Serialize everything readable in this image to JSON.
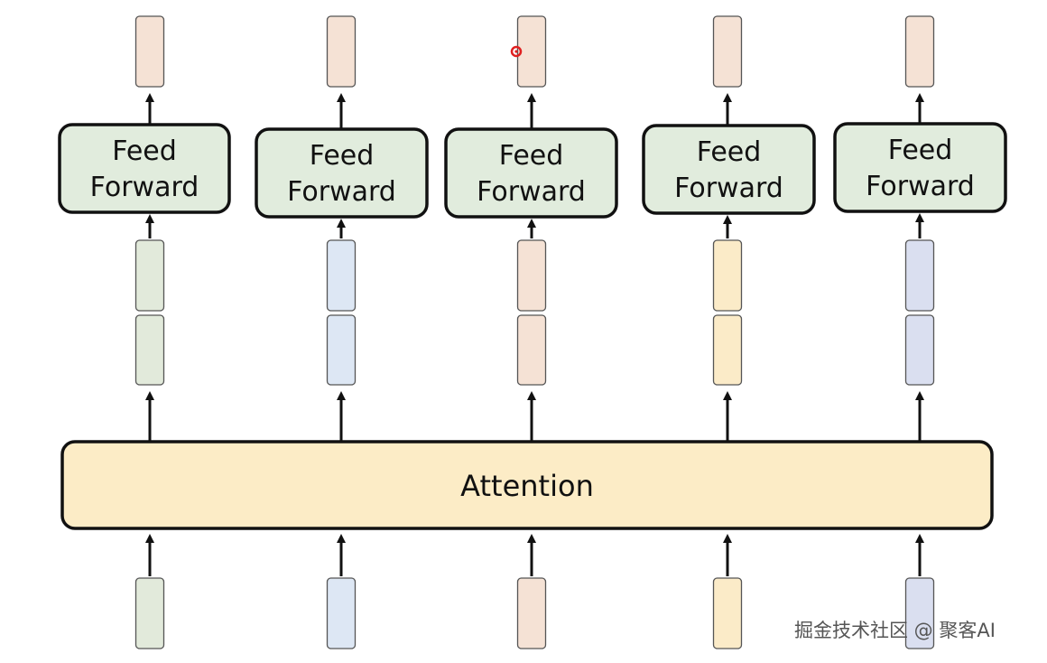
{
  "diagram": {
    "attention_label": "Attention",
    "columns": [
      {
        "feed_forward_label": [
          "Feed",
          "Forward"
        ],
        "input_color": "#e2eadb",
        "hidden_color": "#e2eadb",
        "output_color": "#f5e2d5"
      },
      {
        "feed_forward_label": [
          "Feed",
          "Forward"
        ],
        "input_color": "#dde7f4",
        "hidden_color": "#dde7f4",
        "output_color": "#f5e2d5"
      },
      {
        "feed_forward_label": [
          "Feed",
          "Forward"
        ],
        "input_color": "#f5e2d5",
        "hidden_color": "#f5e2d5",
        "output_color": "#f5e2d5"
      },
      {
        "feed_forward_label": [
          "Feed",
          "Forward"
        ],
        "input_color": "#fbebc8",
        "hidden_color": "#fbebc8",
        "output_color": "#f5e2d5"
      },
      {
        "feed_forward_label": [
          "Feed",
          "Forward"
        ],
        "input_color": "#dadff0",
        "hidden_color": "#dadff0",
        "output_color": "#f5e2d5"
      }
    ],
    "colors": {
      "feed_forward_fill": "#e1ecdd",
      "attention_fill": "#fcecc6",
      "stroke": "#111111",
      "cursor_dot": "#e02020"
    }
  },
  "watermark": {
    "text": "掘金技术社区 @ 聚客AI"
  }
}
